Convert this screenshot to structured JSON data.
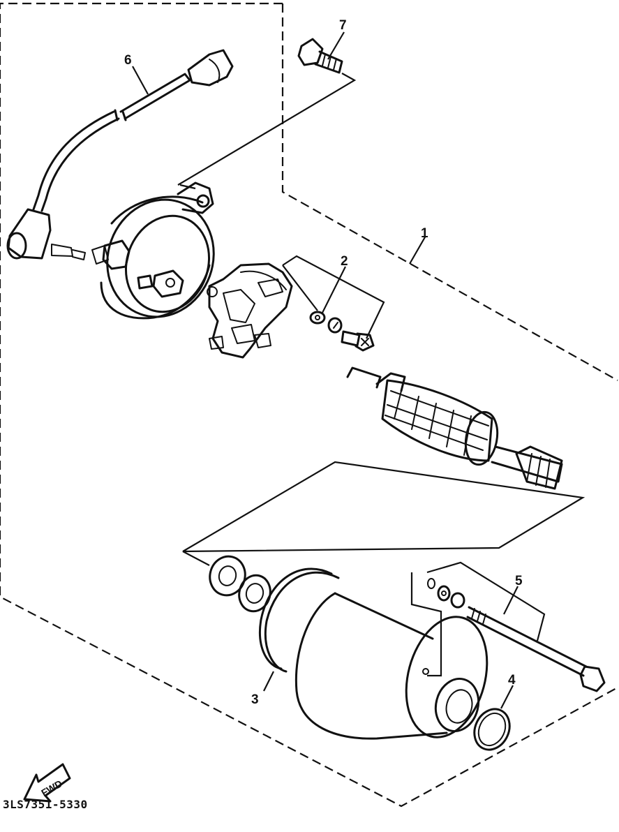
{
  "diagram": {
    "callouts": [
      "1",
      "2",
      "3",
      "4",
      "5",
      "6",
      "7"
    ],
    "fwd_label": "FWD",
    "part_code": "3LS7351-5330"
  },
  "colors": {
    "ink": "#111111",
    "paper": "#ffffff"
  }
}
